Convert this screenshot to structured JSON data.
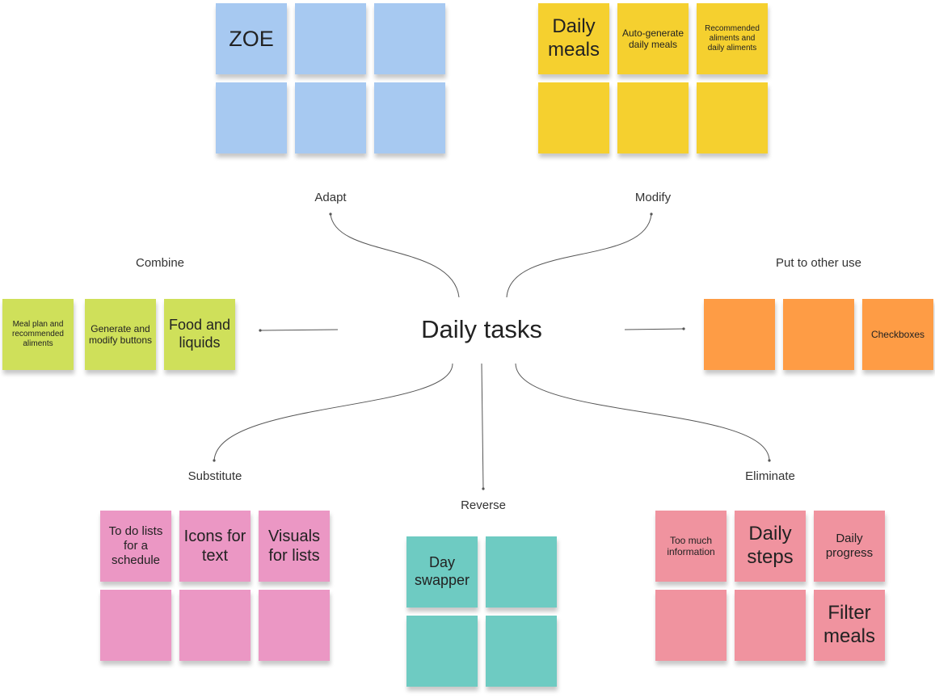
{
  "center": "Daily tasks",
  "labels": {
    "adapt": "Adapt",
    "modify": "Modify",
    "combine": "Combine",
    "put_to_other_use": "Put to other use",
    "substitute": "Substitute",
    "reverse": "Reverse",
    "eliminate": "Eliminate"
  },
  "colors": {
    "blue": "#a7c9f1",
    "yellow": "#f5d02f",
    "green": "#cfe05a",
    "orange": "#fe9c45",
    "pink": "#eb97c4",
    "teal": "#6ecbc2",
    "coral": "#f0939f",
    "connector": "#555555"
  },
  "notes": {
    "adapt": [
      "ZOE",
      "",
      "",
      "",
      "",
      ""
    ],
    "modify": [
      "Daily meals",
      "Auto-generate daily meals",
      "Recommended aliments and daily aliments",
      "",
      "",
      ""
    ],
    "combine": [
      "Meal plan and recommended aliments",
      "Generate and modify buttons",
      "Food and liquids"
    ],
    "put_to_other_use": [
      "",
      "",
      "Checkboxes"
    ],
    "substitute": [
      "To do lists for a schedule",
      "Icons for text",
      "Visuals for lists",
      "",
      "",
      ""
    ],
    "reverse": [
      "Day swapper",
      "",
      "",
      ""
    ],
    "eliminate": [
      "Too much information",
      "Daily steps",
      "Daily progress",
      "",
      "",
      "Filter meals"
    ]
  }
}
